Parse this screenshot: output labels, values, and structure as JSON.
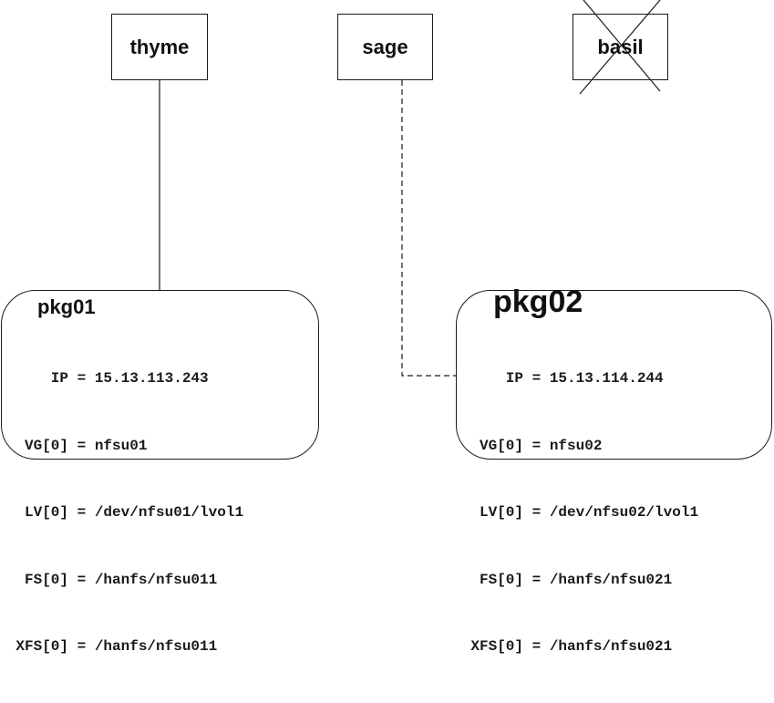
{
  "nodes": [
    {
      "name": "thyme",
      "failed": false
    },
    {
      "name": "sage",
      "failed": false
    },
    {
      "name": "basil",
      "failed": true
    }
  ],
  "packages": [
    {
      "name": "pkg01",
      "running_on": "thyme",
      "connection": "solid",
      "config": [
        {
          "key": "IP",
          "value": "15.13.113.243"
        },
        {
          "key": "VG[0]",
          "value": "nfsu01"
        },
        {
          "key": "LV[0]",
          "value": "/dev/nfsu01/lvol1"
        },
        {
          "key": "FS[0]",
          "value": "/hanfs/nfsu011"
        },
        {
          "key": "XFS[0]",
          "value": "/hanfs/nfsu011"
        }
      ]
    },
    {
      "name": "pkg02",
      "running_on": "sage",
      "connection": "dashed",
      "config": [
        {
          "key": "IP",
          "value": "15.13.114.244"
        },
        {
          "key": "VG[0]",
          "value": "nfsu02"
        },
        {
          "key": "LV[0]",
          "value": "/dev/nfsu02/lvol1"
        },
        {
          "key": "FS[0]",
          "value": "/hanfs/nfsu021"
        },
        {
          "key": "XFS[0]",
          "value": "/hanfs/nfsu021"
        }
      ]
    }
  ],
  "separator": " = "
}
